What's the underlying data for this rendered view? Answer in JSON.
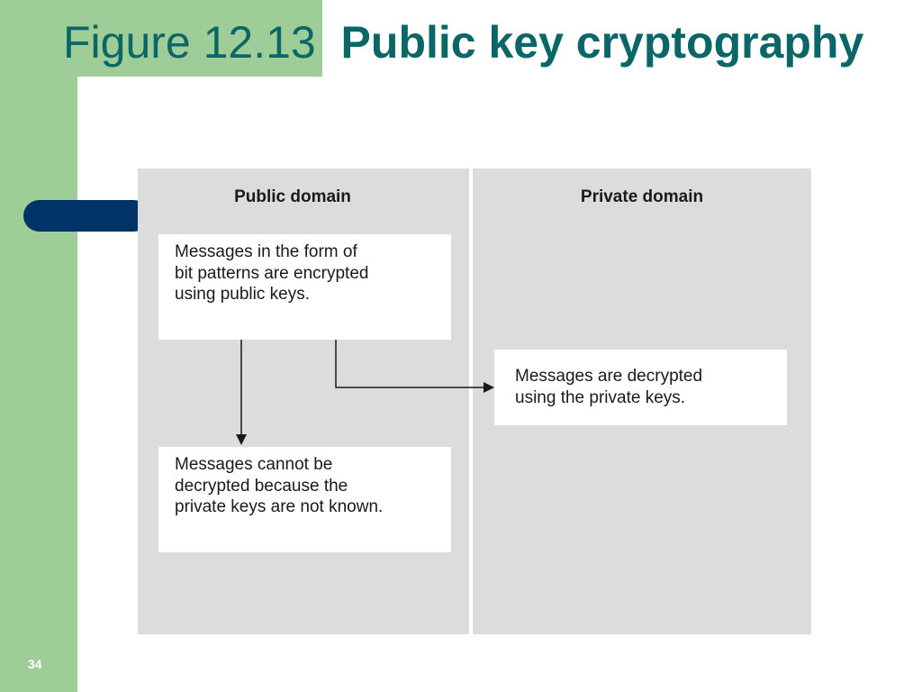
{
  "slide": {
    "title_regular": "Figure 12.13",
    "title_bold": "Public key cryptography",
    "page_number": "34"
  },
  "diagram": {
    "public_domain": {
      "heading": "Public domain",
      "encrypt_box": "Messages in the form of\nbit patterns are encrypted\nusing public keys.",
      "cannot_decrypt_box": "Messages cannot be\ndecrypted because the\nprivate keys are not known."
    },
    "private_domain": {
      "heading": "Private domain",
      "decrypt_box": "Messages are decrypted\nusing the private keys."
    }
  },
  "colors": {
    "slide_band": "#9fcd98",
    "accent_pill": "#003366",
    "title_text": "#0b6767",
    "panel_background": "#dcdcdc"
  }
}
